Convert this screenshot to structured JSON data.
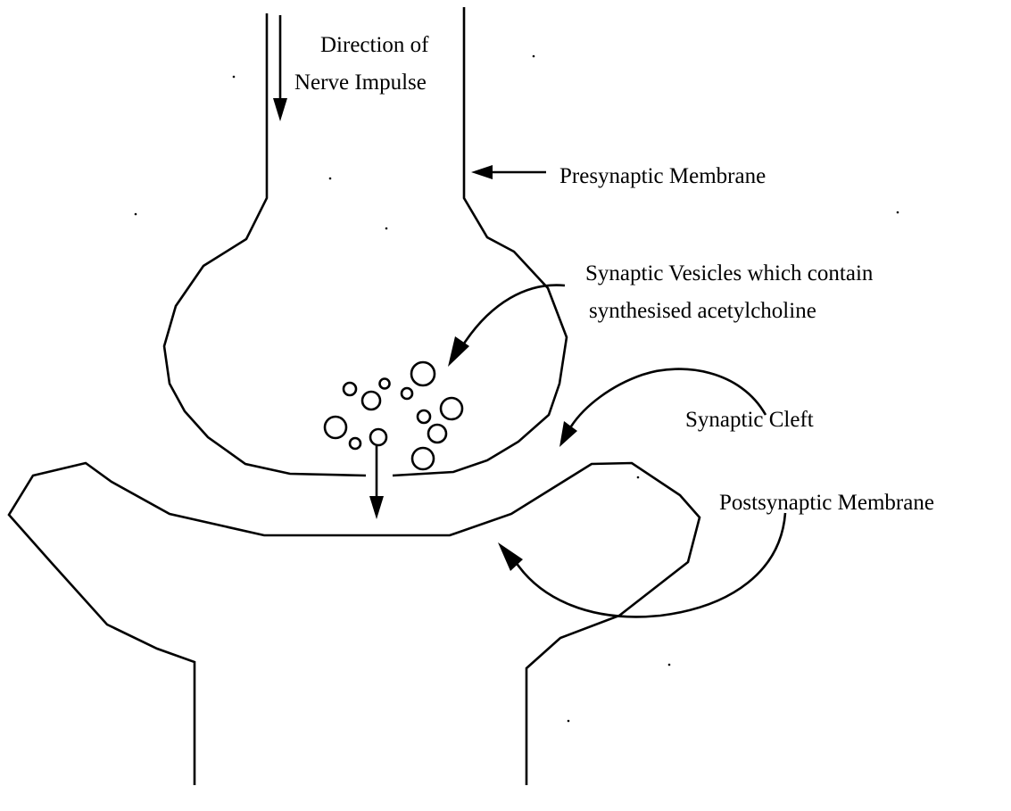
{
  "labels": {
    "direction_line1": "Direction of",
    "direction_line2": "Nerve Impulse",
    "presynaptic": "Presynaptic Membrane",
    "vesicles_line1": "Synaptic Vesicles which contain",
    "vesicles_line2": "synthesised acetylcholine",
    "cleft": "Synaptic Cleft",
    "postsynaptic": "Postsynaptic Membrane"
  },
  "colors": {
    "ink": "#000000",
    "background": "#ffffff"
  }
}
